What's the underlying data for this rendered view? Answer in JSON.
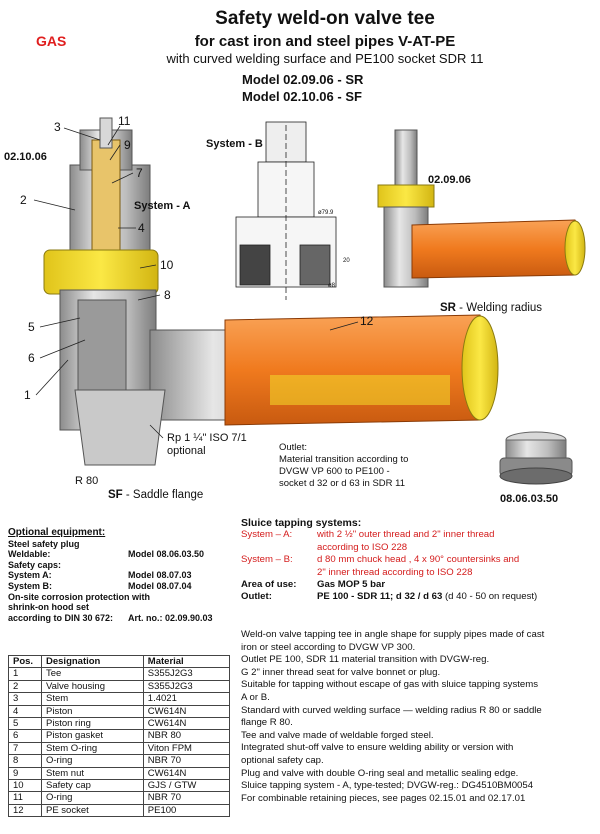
{
  "header": {
    "title": "Safety weld-on valve tee",
    "subtitle1": "for cast iron and steel pipes V-AT-PE",
    "subtitle2": "with curved welding surface and PE100 socket SDR 11",
    "model_sr": "Model 02.09.06  - SR",
    "model_sf": "Model 02.10.06  - SF",
    "medium": "GAS"
  },
  "figure": {
    "code_sf": "02.10.06",
    "code_sr": "02.09.06",
    "code_cap": "08.06.03.50",
    "system_a": "System - A",
    "system_b": "System - B",
    "callouts": [
      "3",
      "11",
      "9",
      "7",
      "2",
      "4",
      "10",
      "8",
      "5",
      "6",
      "1",
      "12"
    ],
    "rp_line1": "Rp 1 ¼\" ISO 7/1",
    "rp_line2": "optional",
    "r80": "R 80",
    "sf_code": "SF",
    "sf_text": " - Saddle flange",
    "sr_code": "SR",
    "sr_text": " - Welding radius",
    "outlet_note": [
      "Outlet:",
      "Material transition according to",
      "DVGW VP 600 to PE100 -",
      "socket d 32 or d 63 in SDR 11"
    ],
    "dims": [
      "ø79.9",
      "20",
      "ø8"
    ]
  },
  "optional": {
    "heading": "Optional equipment:",
    "lines": [
      {
        "left": "Steel safety plug",
        "right": ""
      },
      {
        "left": "Weldable:",
        "right": "Model 08.06.03.50"
      },
      {
        "left": "Safety caps:",
        "right": ""
      },
      {
        "left": "System A:",
        "right": "Model 08.07.03"
      },
      {
        "left": "System B:",
        "right": "Model 08.07.04"
      },
      {
        "left": "On-site corrosion protection with",
        "right": ""
      },
      {
        "left": "shrink-on hood set",
        "right": ""
      },
      {
        "left": "according to DIN 30 672:",
        "right": "Art. no.: 02.09.90.03"
      }
    ]
  },
  "parts_table": {
    "headers": [
      "Pos.",
      "Designation",
      "Material"
    ],
    "rows": [
      [
        "1",
        "Tee",
        "S355J2G3"
      ],
      [
        "2",
        "Valve housing",
        "S355J2G3"
      ],
      [
        "3",
        "Stem",
        "1.4021"
      ],
      [
        "4",
        "Piston",
        "CW614N"
      ],
      [
        "5",
        "Piston ring",
        "CW614N"
      ],
      [
        "6",
        "Piston gasket",
        "NBR 80"
      ],
      [
        "7",
        "Stem O-ring",
        "Viton FPM"
      ],
      [
        "8",
        "O-ring",
        "NBR 70"
      ],
      [
        "9",
        "Stem nut",
        "CW614N"
      ],
      [
        "10",
        "Safety cap",
        "GJS / GTW"
      ],
      [
        "11",
        "O-ring",
        "NBR 70"
      ],
      [
        "12",
        "PE socket",
        "PE100"
      ]
    ]
  },
  "sluice": {
    "heading": "Sluice tapping systems:",
    "system_a_label": "System – A:",
    "system_a": [
      "with 2 ½\" outer thread and 2\" inner thread",
      "according to ISO 228"
    ],
    "system_b_label": "System – B:",
    "system_b": [
      "d 80 mm chuck head , 4 x 90° countersinks and",
      "2\" inner thread according to ISO 228"
    ],
    "area_label": "Area of use:",
    "area_value": "Gas  MOP 5 bar",
    "outlet_label": "Outlet:",
    "outlet_value": "PE 100 - SDR 11; d 32 / d 63",
    "outlet_extra": " (d 40 - 50 on request)"
  },
  "description": [
    "Weld-on valve tapping tee in angle shape for supply pipes made of cast",
    "iron or steel according to DVGW VP 300.",
    "Outlet PE 100, SDR 11 material transition with DVGW-reg.",
    "G 2\" inner thread seat for valve bonnet or plug.",
    "Suitable for tapping without escape of gas with sluice tapping systems",
    "A or B.",
    "Standard with curved welding surface — welding radius R 80 or saddle",
    "flange R 80.",
    "Tee and valve made of weldable forged steel.",
    "Integrated shut-off valve to ensure welding ability or version with",
    "optional safety cap.",
    "Plug and valve with double O-ring seal and metallic sealing edge.",
    "Sluice tapping system - A, type-tested; DVGW-reg.: DG4510BM0054",
    "For combinable retaining pieces, see pages  02.15.01 and 02.17.01"
  ],
  "colors": {
    "red": "#e01e1e",
    "orange": "#f07a1e",
    "yellow": "#f2dc2a",
    "grey": "#b8b8b8"
  }
}
